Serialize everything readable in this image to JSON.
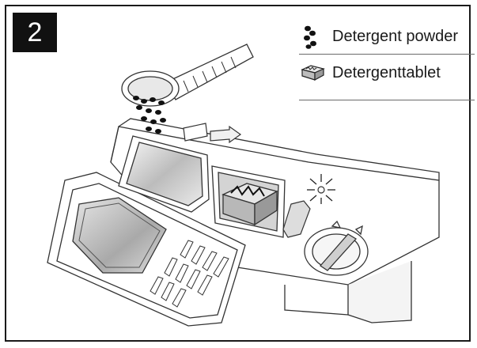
{
  "step": {
    "number": "2"
  },
  "legend": {
    "items": [
      {
        "label": "Detergent powder",
        "icon": "powder-granules-icon"
      },
      {
        "label": "Detergenttablet",
        "icon": "tablet-icon"
      }
    ]
  },
  "colors": {
    "ink": "#1a1a1a",
    "outline": "#333333",
    "surface": "#ffffff",
    "shade": "#cfcfcf"
  }
}
